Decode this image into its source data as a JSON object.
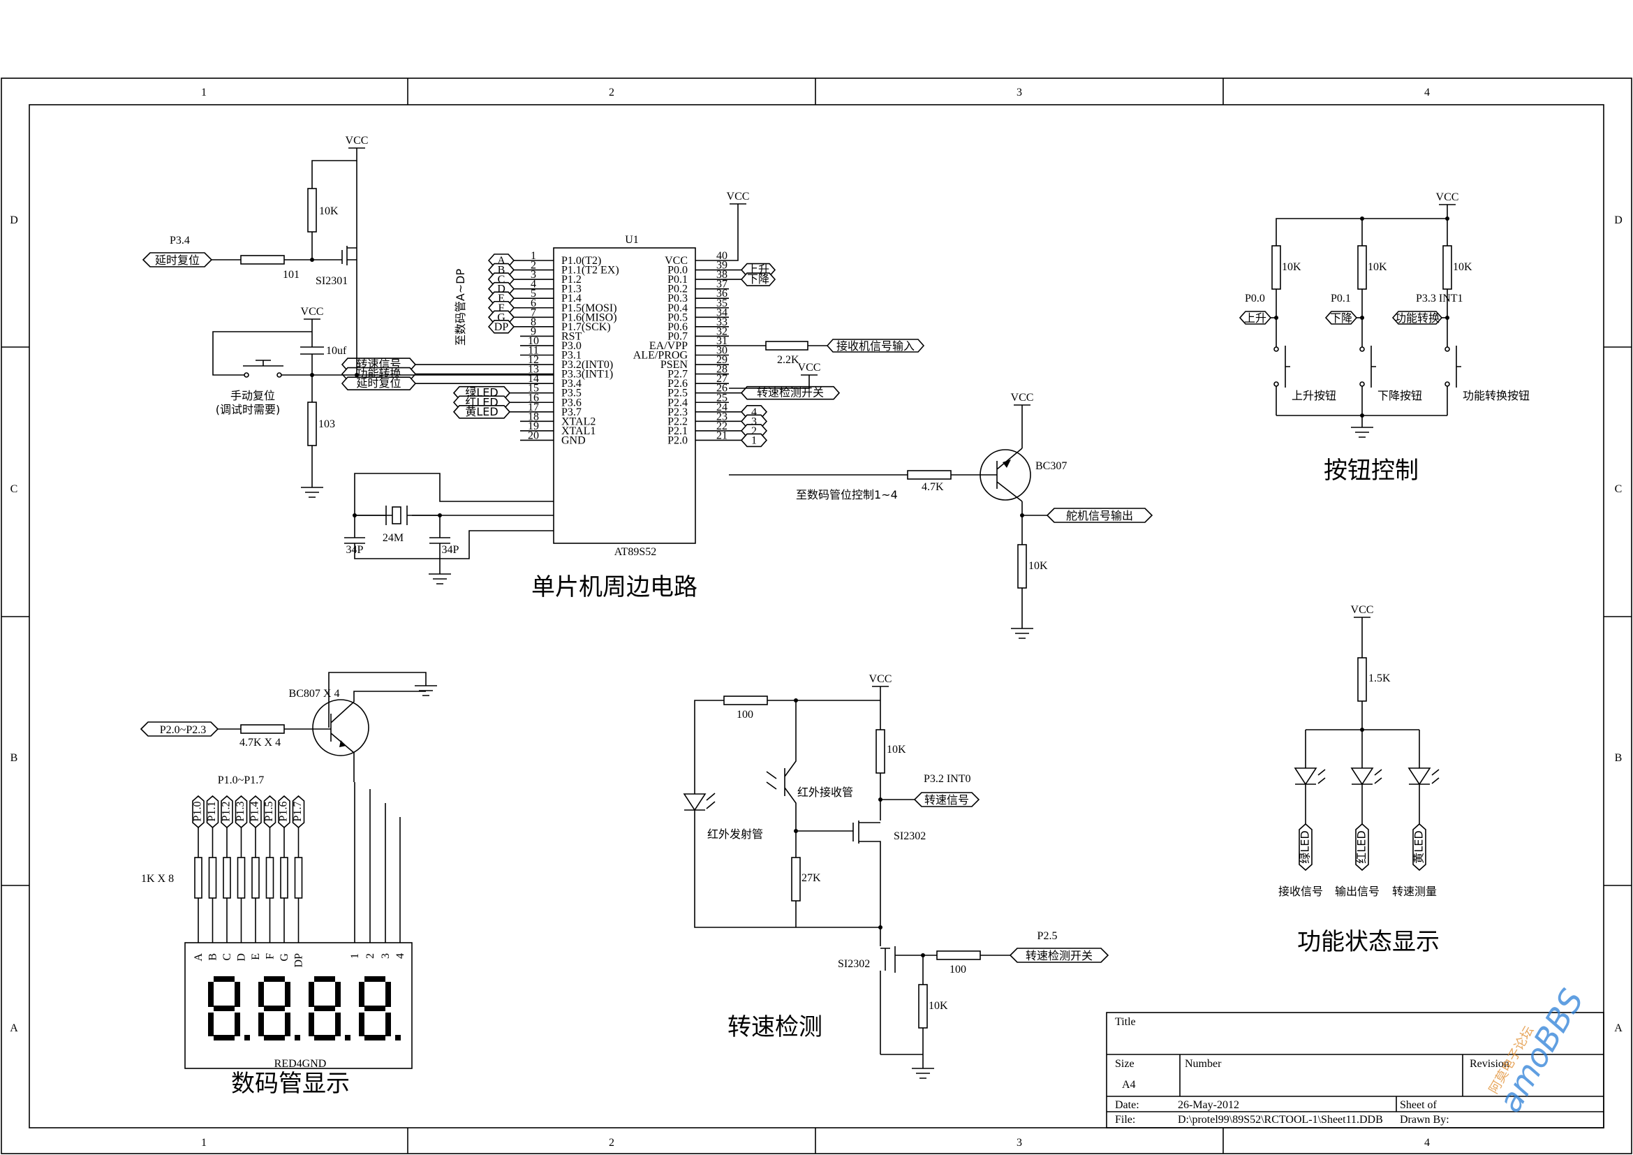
{
  "border": {
    "cols": [
      "1",
      "2",
      "3",
      "4"
    ],
    "rows": [
      "D",
      "C",
      "B",
      "A"
    ]
  },
  "titles": {
    "mcu": "单片机周边电路",
    "buttons": "按钮控制",
    "display": "数码管显示",
    "rpm": "转速检测",
    "status": "功能状态显示"
  },
  "mcu": {
    "ref": "U1",
    "part": "AT89S52",
    "side_note": "至数码管A~DP",
    "left_pins": [
      {
        "num": "1",
        "name": "P1.0(T2)",
        "net": "A"
      },
      {
        "num": "2",
        "name": "P1.1(T2 EX)",
        "net": "B"
      },
      {
        "num": "3",
        "name": "P1.2",
        "net": "C"
      },
      {
        "num": "4",
        "name": "P1.3",
        "net": "D"
      },
      {
        "num": "5",
        "name": "P1.4",
        "net": "E"
      },
      {
        "num": "6",
        "name": "P1.5(MOSI)",
        "net": "F"
      },
      {
        "num": "7",
        "name": "P1.6(MISO)",
        "net": "G"
      },
      {
        "num": "8",
        "name": "P1.7(SCK)",
        "net": "DP"
      },
      {
        "num": "9",
        "name": "RST",
        "net": ""
      },
      {
        "num": "10",
        "name": "P3.0",
        "net": ""
      },
      {
        "num": "11",
        "name": "P3.1",
        "net": ""
      },
      {
        "num": "12",
        "name": "P3.2(INT0)",
        "net": "转速信号"
      },
      {
        "num": "13",
        "name": "P3.3(INT1)",
        "net": "功能转换"
      },
      {
        "num": "14",
        "name": "P3.4",
        "net": "延时复位"
      },
      {
        "num": "15",
        "name": "P3.5",
        "net": "绿LED"
      },
      {
        "num": "16",
        "name": "P3.6",
        "net": "红LED"
      },
      {
        "num": "17",
        "name": "P3.7",
        "net": "黄LED"
      },
      {
        "num": "18",
        "name": "XTAL2",
        "net": ""
      },
      {
        "num": "19",
        "name": "XTAL1",
        "net": ""
      },
      {
        "num": "20",
        "name": "GND",
        "net": ""
      }
    ],
    "right_pins": [
      {
        "num": "40",
        "name": "VCC",
        "net": ""
      },
      {
        "num": "39",
        "name": "P0.0",
        "net": "上升"
      },
      {
        "num": "38",
        "name": "P0.1",
        "net": "下降"
      },
      {
        "num": "37",
        "name": "P0.2",
        "net": ""
      },
      {
        "num": "36",
        "name": "P0.3",
        "net": ""
      },
      {
        "num": "35",
        "name": "P0.4",
        "net": ""
      },
      {
        "num": "34",
        "name": "P0.5",
        "net": ""
      },
      {
        "num": "33",
        "name": "P0.6",
        "net": ""
      },
      {
        "num": "32",
        "name": "P0.7",
        "net": ""
      },
      {
        "num": "31",
        "name": "EA/VPP",
        "net": ""
      },
      {
        "num": "30",
        "name": "ALE/PROG",
        "net": ""
      },
      {
        "num": "29",
        "name": "PSEN",
        "net": ""
      },
      {
        "num": "28",
        "name": "P2.7",
        "net": ""
      },
      {
        "num": "27",
        "name": "P2.6",
        "net": ""
      },
      {
        "num": "26",
        "name": "P2.5",
        "net": "转速检测开关"
      },
      {
        "num": "25",
        "name": "P2.4",
        "net": ""
      },
      {
        "num": "24",
        "name": "P2.3",
        "net": "4"
      },
      {
        "num": "23",
        "name": "P2.2",
        "net": "3"
      },
      {
        "num": "22",
        "name": "P2.1",
        "net": "2"
      },
      {
        "num": "21",
        "name": "P2.0",
        "net": "1"
      }
    ],
    "digit_ctrl_note": "至数码管位控制1~4",
    "recv_label": "接收机信号输入",
    "r_22k": "2.2K",
    "vcc": "VCC"
  },
  "reset": {
    "vcc1": "VCC",
    "vcc2": "VCC",
    "r10k": "10K",
    "net_p34": "P3.4",
    "net_delay": "延时复位",
    "r101": "101",
    "fet": "SI2301",
    "cap": "10uf",
    "btn_line1": "手动复位",
    "btn_line2": "(调试时需要)",
    "r103": "103"
  },
  "crystal": {
    "x": "24M",
    "c1": "34P",
    "c2": "34P"
  },
  "servo": {
    "vcc": "VCC",
    "q": "BC307",
    "rb": "4.7K",
    "out": "舵机信号输出",
    "re": "10K"
  },
  "buttons": {
    "vcc": "VCC",
    "cols": [
      {
        "r": "10K",
        "port": "P0.0",
        "net": "上升",
        "btn": "上升按钮"
      },
      {
        "r": "10K",
        "port": "P0.1",
        "net": "下降",
        "btn": "下降按钮"
      },
      {
        "r": "10K",
        "port": "P3.3 INT1",
        "net": "功能转换",
        "btn": "功能转换按钮"
      }
    ]
  },
  "display": {
    "q": "BC807 X 4",
    "net_in": "P2.0~P2.3",
    "rb": "4.7K X 4",
    "bus": "P1.0~P1.7",
    "nets": [
      "P1.0",
      "P1.1",
      "P1.2",
      "P1.3",
      "P1.4",
      "P1.5",
      "P1.6",
      "P1.7"
    ],
    "rarray": "1K X 8",
    "seg_pins": [
      "A",
      "B",
      "C",
      "D",
      "E",
      "F",
      "G",
      "DP"
    ],
    "dig_pins": [
      "1",
      "2",
      "3",
      "4"
    ],
    "part": "RED4GND",
    "digits": "8.8.8.8."
  },
  "rpm": {
    "vcc": "VCC",
    "r100": "100",
    "rx": "红外接收管",
    "tx": "红外发射管",
    "r10k": "10K",
    "port": "P3.2  INT0",
    "net_speed": "转速信号",
    "fet1": "SI2302",
    "r27k": "27K",
    "fet2": "SI2302",
    "port2": "P2.5",
    "net_sw": "转速检测开关",
    "r100b": "100",
    "r10kb": "10K"
  },
  "status": {
    "vcc": "VCC",
    "r": "1.5K",
    "leds": [
      {
        "net": "绿LED",
        "label": "接收信号"
      },
      {
        "net": "红LED",
        "label": "输出信号"
      },
      {
        "net": "黄LED",
        "label": "转速测量"
      }
    ]
  },
  "titleblock": {
    "title_lbl": "Title",
    "size_lbl": "Size",
    "size_val": "A4",
    "number_lbl": "Number",
    "rev_lbl": "Revision",
    "date_lbl": "Date:",
    "date_val": "26-May-2012",
    "sheet_lbl": "Sheet    of",
    "file_lbl": "File:",
    "file_val": "D:\\protel99\\89S52\\RCTOOL-1\\Sheet11.DDB",
    "drawn_lbl": "Drawn By:"
  },
  "watermark": {
    "line1": "amoBBS",
    "line2": "阿莫电子论坛"
  }
}
